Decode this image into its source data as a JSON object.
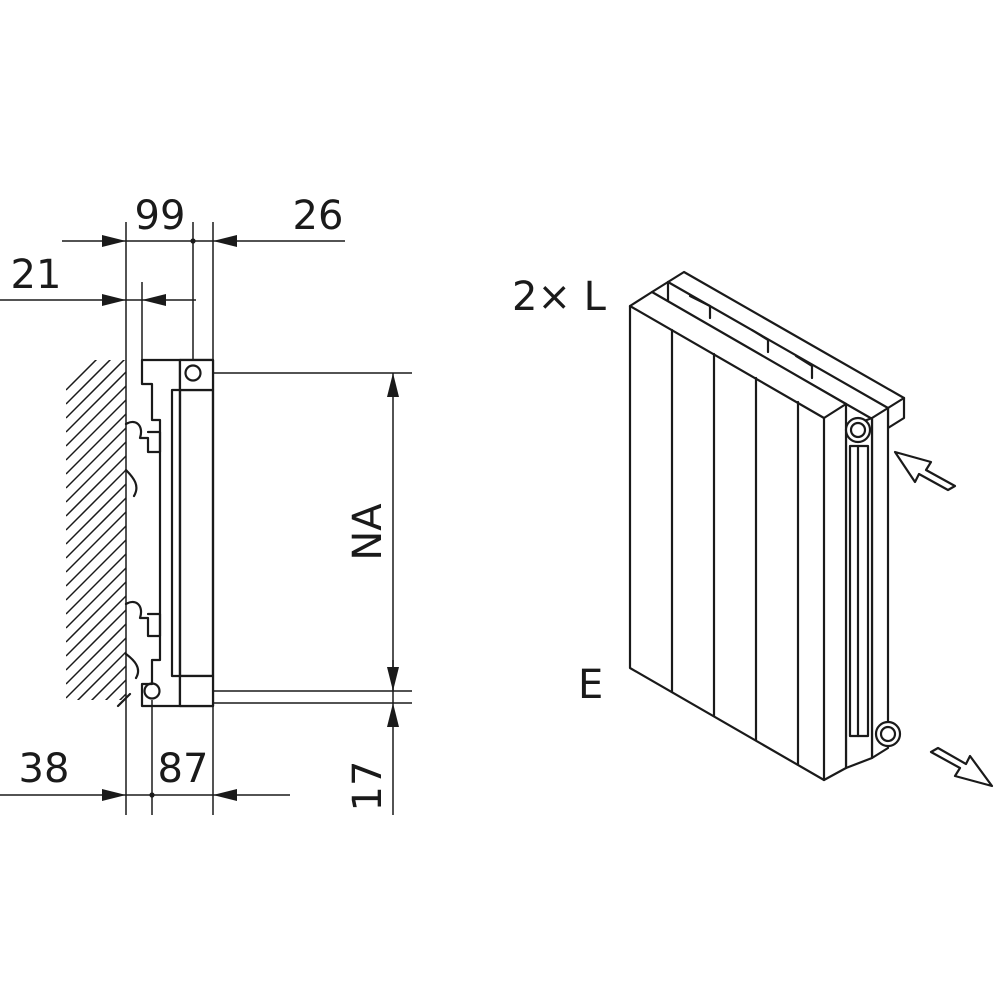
{
  "dimensions": {
    "d99": "99",
    "d26": "26",
    "d21": "21",
    "d38": "38",
    "d87": "87",
    "d17": "17",
    "na": "NA"
  },
  "labels": {
    "two_l": "2× L",
    "e": "E"
  }
}
